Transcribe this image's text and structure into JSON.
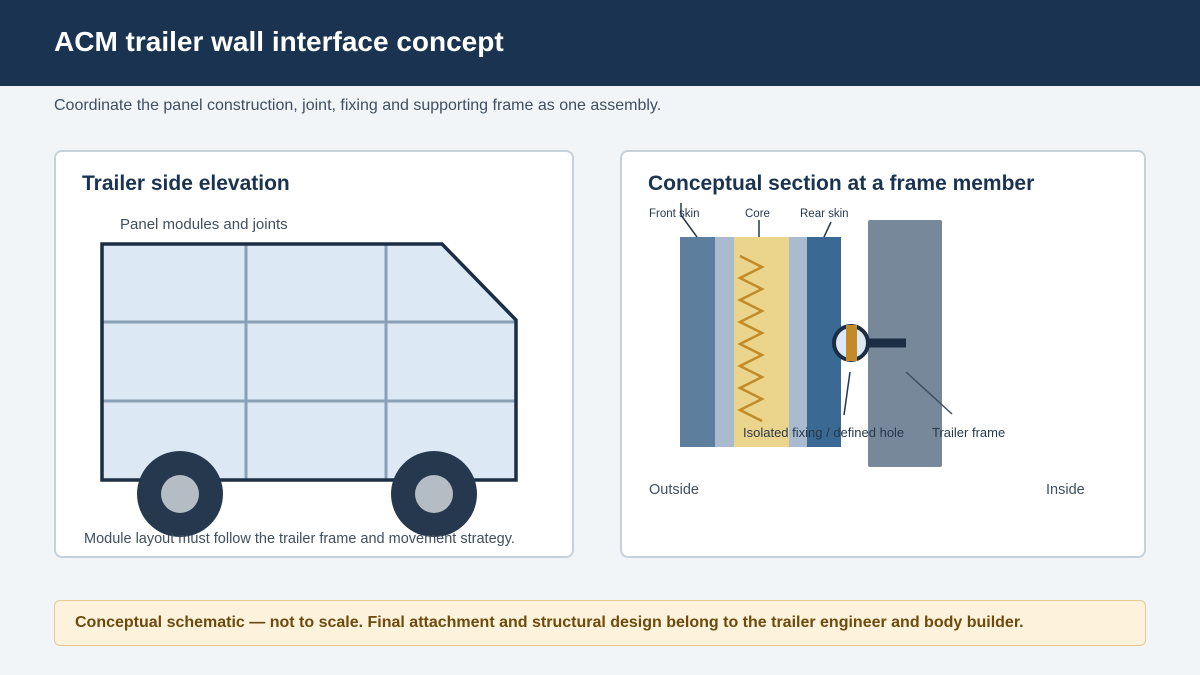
{
  "header": {
    "title": "ACM trailer wall interface concept"
  },
  "subtitle": "Coordinate the panel construction, joint, fixing and supporting frame as one assembly.",
  "elevation": {
    "title": "Trailer side elevation",
    "label": "Panel modules and joints",
    "caption": "Module layout must follow the trailer frame and movement strategy."
  },
  "section": {
    "title": "Conceptual section at a frame member",
    "front_skin": "Front skin",
    "core": "Core",
    "rear_skin": "Rear skin",
    "fixing": "Isolated fixing / defined hole",
    "frame": "Trailer frame",
    "outside": "Outside",
    "inside": "Inside"
  },
  "note": "Conceptual schematic — not to scale. Final attachment and structural design belong to the trailer engineer and body builder.",
  "colors": {
    "header_bg": "#1a3350",
    "panel_fill": "#dce8f3",
    "core_fill": "#ebd48c",
    "core_zigzag": "#c28a28",
    "skin_front": "#5e7e9e",
    "skin_rear": "#3a6a93",
    "frame": "#76889a",
    "note_bg": "#fdf2dc"
  }
}
